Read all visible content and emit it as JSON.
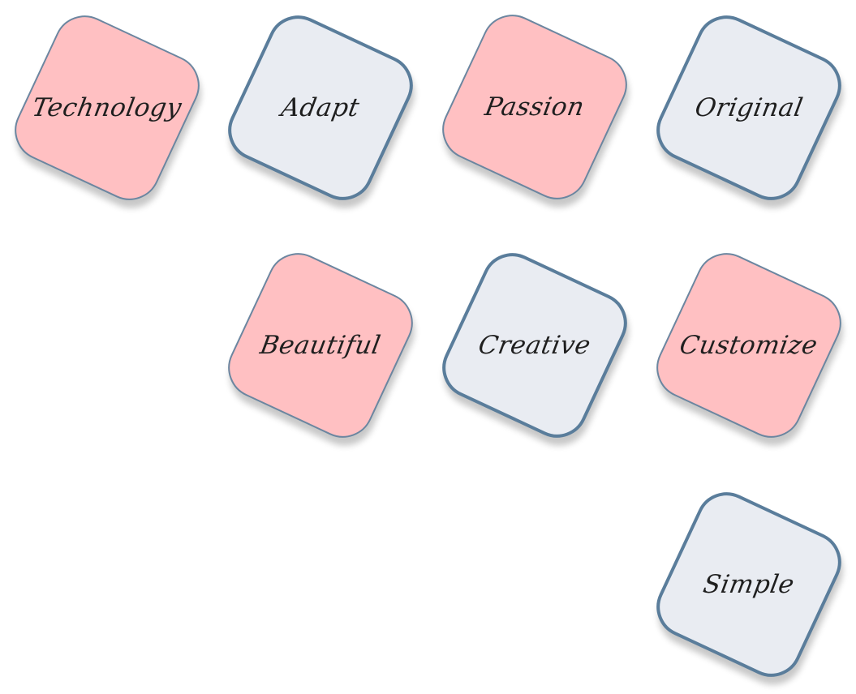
{
  "tiles": [
    {
      "label": "Technology",
      "style": "pink"
    },
    {
      "label": "Adapt",
      "style": "gray"
    },
    {
      "label": "Passion",
      "style": "pink"
    },
    {
      "label": "Original",
      "style": "gray"
    },
    {
      "label": "Beautiful",
      "style": "pink"
    },
    {
      "label": "Creative",
      "style": "gray"
    },
    {
      "label": "Customize",
      "style": "pink"
    },
    {
      "label": "Simple",
      "style": "gray"
    }
  ],
  "colors": {
    "pink_fill": "#ffc0c2",
    "gray_fill": "#e9ecf2",
    "border": "#5a7d9b"
  }
}
